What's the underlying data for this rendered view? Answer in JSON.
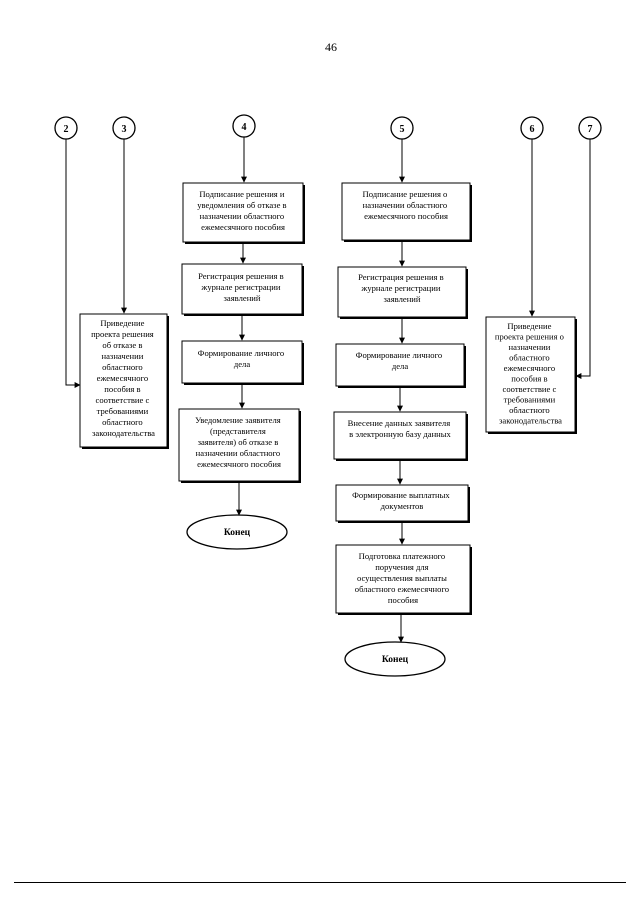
{
  "page_number": "46",
  "connectors": {
    "c2": "2",
    "c3": "3",
    "c4": "4",
    "c5": "5",
    "c6": "6",
    "c7": "7"
  },
  "boxes": {
    "left_refusal_project": [
      "Приведение",
      "проекта решения",
      "об отказе в",
      "назначении",
      "областного",
      "ежемесячного",
      "пособия в",
      "соответствие с",
      "требованиями",
      "областного",
      "законодательства"
    ],
    "refusal_sign": [
      "Подписание решения и",
      "уведомления об отказе в",
      "назначении областного",
      "ежемесячного пособия"
    ],
    "refusal_register": [
      "Регистрация решения в",
      "журнале регистрации",
      "заявлений"
    ],
    "refusal_file": [
      "Формирование личного",
      "дела"
    ],
    "refusal_notify": [
      "Уведомление заявителя",
      "(представителя",
      "заявителя) об отказе в",
      "назначении областного",
      "ежемесячного пособия"
    ],
    "grant_sign": [
      "Подписание решения о",
      "назначении областного",
      "ежемесячного пособия"
    ],
    "grant_register": [
      "Регистрация решения в",
      "журнале регистрации",
      "заявлений"
    ],
    "grant_file": [
      "Формирование личного",
      "дела"
    ],
    "grant_database": [
      "Внесение данных заявителя",
      "в электронную базу данных"
    ],
    "grant_payment_docs": [
      "Формирование выплатных",
      "документов"
    ],
    "grant_payment_order": [
      "Подготовка платежного",
      "поручения для",
      "осуществления выплаты",
      "областного ежемесячного",
      "пособия"
    ],
    "right_grant_project": [
      "Приведение",
      "проекта решения о",
      "назначении",
      "областного",
      "ежемесячного",
      "пособия в",
      "соответствие с",
      "требованиями",
      "областного",
      "законодательства"
    ]
  },
  "terminals": {
    "end_refusal": "Конец",
    "end_grant": "Конец"
  }
}
